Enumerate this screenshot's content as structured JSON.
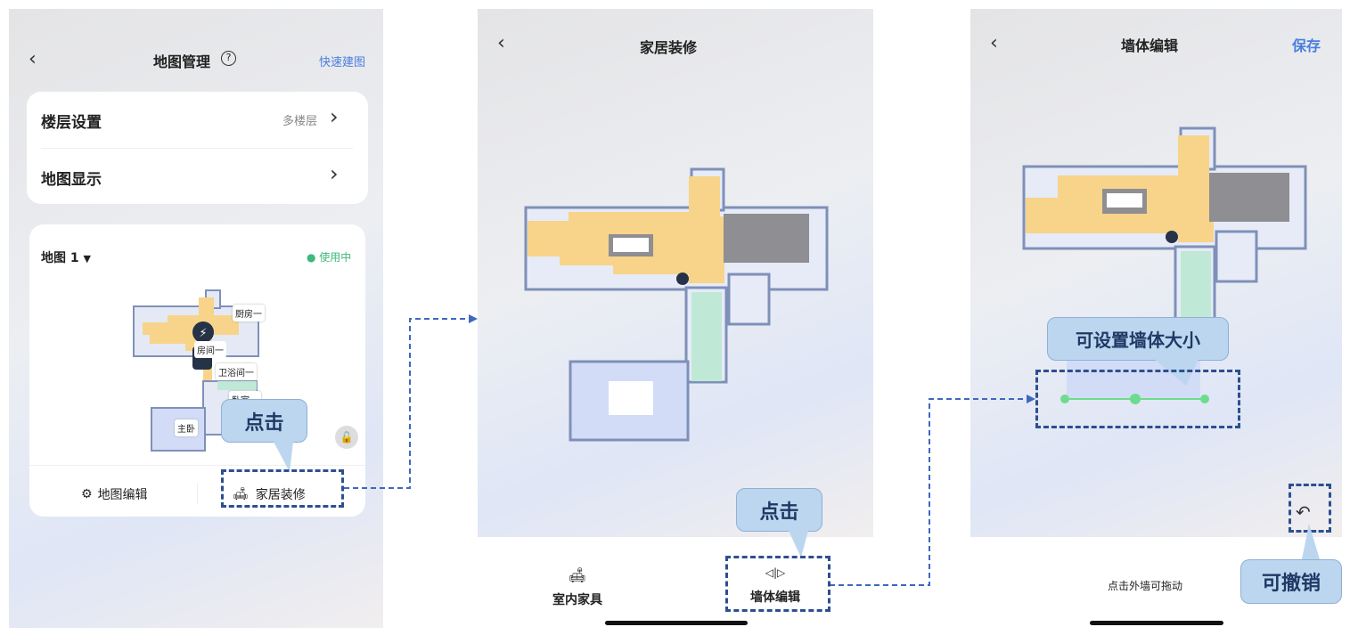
{
  "screen1": {
    "back_icon": "chevron-left-icon",
    "title": "地图管理",
    "help_icon": "question-circle-icon",
    "quick_build": "快速建图",
    "settings": [
      {
        "label": "楼层设置",
        "value": "多楼层"
      },
      {
        "label": "地图显示",
        "value": ""
      }
    ],
    "map_name": "地图 1",
    "map_status": "使用中",
    "room_labels": [
      "厨房一",
      "房间一",
      "卫浴间一",
      "卧室一",
      "主卧"
    ],
    "actions": [
      {
        "label": "地图编辑",
        "icon": "map-settings-icon"
      },
      {
        "label": "家居装修",
        "icon": "sofa-icon"
      }
    ]
  },
  "screen2": {
    "title": "家居装修",
    "tabs": [
      {
        "label": "室内家具",
        "icon": "sofa-icon"
      },
      {
        "label": "墙体编辑",
        "icon": "wall-resize-icon"
      }
    ]
  },
  "screen3": {
    "title": "墙体编辑",
    "save": "保存",
    "hint": "点击外墙可拖动"
  },
  "annotations": {
    "click1": "点击",
    "click2": "点击",
    "wall_size": "可设置墙体大小",
    "undo": "可撤销"
  },
  "colors": {
    "accent": "#4a7de0",
    "status_green": "#3fb87a",
    "annotation": "#2d4f8e"
  }
}
